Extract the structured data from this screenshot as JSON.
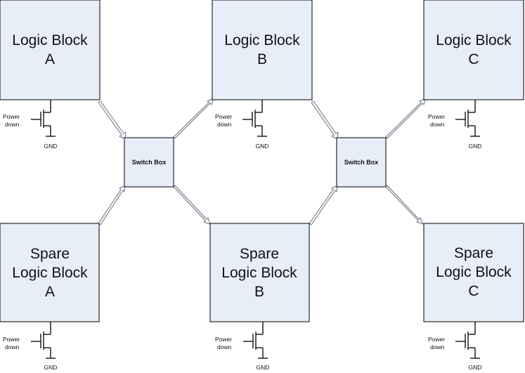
{
  "colors": {
    "block_fill": "#e8eef8",
    "stroke": "#000000",
    "arrow_fill": "#f2f4f8",
    "arrow_stroke": "#6c7482"
  },
  "logic_blocks": [
    {
      "id": "logic-a",
      "lines": [
        "Logic Block",
        "A"
      ]
    },
    {
      "id": "logic-b",
      "lines": [
        "Logic Block",
        "B"
      ]
    },
    {
      "id": "logic-c",
      "lines": [
        "Logic Block",
        "C"
      ]
    },
    {
      "id": "spare-a",
      "lines": [
        "Spare",
        "Logic Block",
        "A"
      ]
    },
    {
      "id": "spare-b",
      "lines": [
        "Spare",
        "Logic Block",
        "B"
      ]
    },
    {
      "id": "spare-c",
      "lines": [
        "Spare",
        "Logic Block",
        "C"
      ]
    }
  ],
  "switch_boxes": [
    {
      "id": "switch-1",
      "label": "Switch Box"
    },
    {
      "id": "switch-2",
      "label": "Switch Box"
    }
  ],
  "power_gate": {
    "label_lines": [
      "Power",
      "down"
    ],
    "ground_label": "GND"
  }
}
